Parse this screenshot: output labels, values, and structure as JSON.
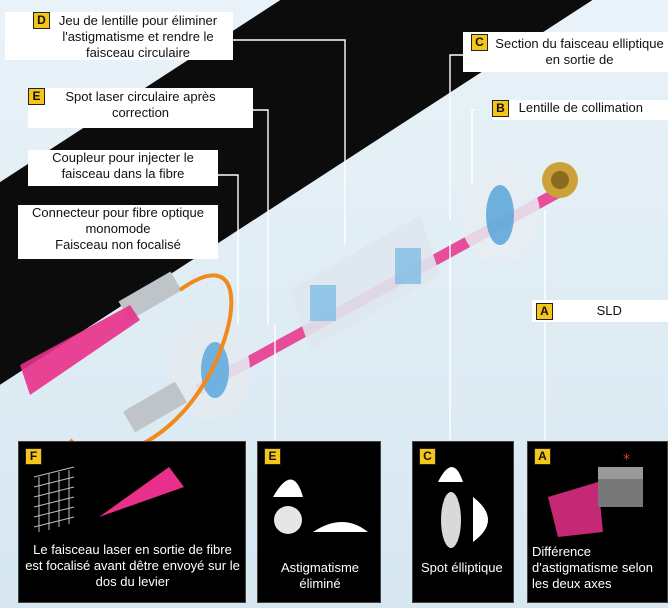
{
  "labels": {
    "D": {
      "badge": "D",
      "text": "Jeu de lentille pour éliminer l'astigmatisme et rendre le faisceau circulaire"
    },
    "C": {
      "badge": "C",
      "text": "Section du faisceau elliptique en sortie de"
    },
    "E": {
      "badge": "E",
      "text": "Spot laser circulaire après correction"
    },
    "B": {
      "badge": "B",
      "text": "Lentille de collimation"
    },
    "coupler": "Coupleur pour injecter le faisceau dans la fibre",
    "connector": "Connecteur pour fibre optique monomode",
    "unfocused": "Faisceau non focalisé",
    "A": {
      "badge": "A",
      "text": "SLD"
    }
  },
  "panels": {
    "F": {
      "badge": "F",
      "text": "Le faisceau laser en sortie de fibre est focalisé avant dêtre envoyé sur le dos du levier"
    },
    "E": {
      "badge": "E",
      "text": "Astigmatisme éliminé"
    },
    "C": {
      "badge": "C",
      "text": "Spot élliptique"
    },
    "A": {
      "badge": "A",
      "text": "Différence d'astigmatisme selon les deux axes"
    }
  },
  "colors": {
    "beam": "#e8308a",
    "band": "#0c0c0c",
    "badge": "#f5c518",
    "fiber": "#f08a1c"
  }
}
